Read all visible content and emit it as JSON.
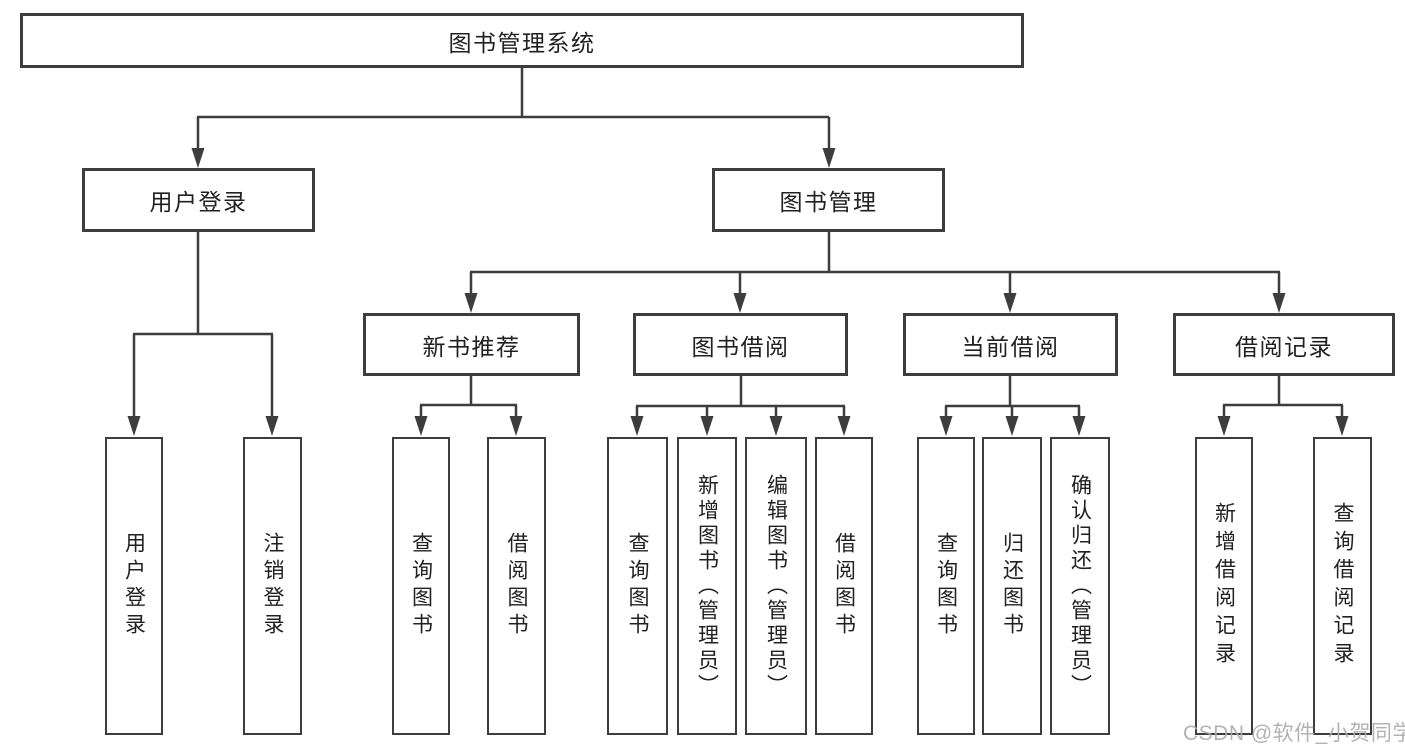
{
  "diagram": {
    "title": "图书管理系统",
    "watermark": "CSDN @软件_小贺同学",
    "colors": {
      "line": "#3d3d3d",
      "box_border": "#3d3d3d",
      "text": "#212121",
      "background": "#ffffff",
      "watermark_text": "#adadad"
    },
    "nodes": {
      "root": {
        "label": "图书管理系统"
      },
      "level2": [
        {
          "label": "用户登录"
        },
        {
          "label": "图书管理"
        }
      ],
      "level3": [
        {
          "label": "新书推荐",
          "parent": "图书管理"
        },
        {
          "label": "图书借阅",
          "parent": "图书管理"
        },
        {
          "label": "当前借阅",
          "parent": "图书管理"
        },
        {
          "label": "借阅记录",
          "parent": "图书管理"
        }
      ],
      "leaves": [
        {
          "label": "用户登录",
          "parent": "用户登录"
        },
        {
          "label": "注销登录",
          "parent": "用户登录"
        },
        {
          "label": "查询图书",
          "parent": "新书推荐"
        },
        {
          "label": "借阅图书",
          "parent": "新书推荐"
        },
        {
          "label": "查询图书",
          "parent": "图书借阅"
        },
        {
          "label": "新增图书（管理员）",
          "parent": "图书借阅"
        },
        {
          "label": "编辑图书（管理员）",
          "parent": "图书借阅"
        },
        {
          "label": "借阅图书",
          "parent": "图书借阅"
        },
        {
          "label": "查询图书",
          "parent": "当前借阅"
        },
        {
          "label": "归还图书",
          "parent": "当前借阅"
        },
        {
          "label": "确认归还（管理员）",
          "parent": "当前借阅"
        },
        {
          "label": "新增借阅记录",
          "parent": "借阅记录"
        },
        {
          "label": "查询借阅记录",
          "parent": "借阅记录"
        }
      ]
    }
  }
}
